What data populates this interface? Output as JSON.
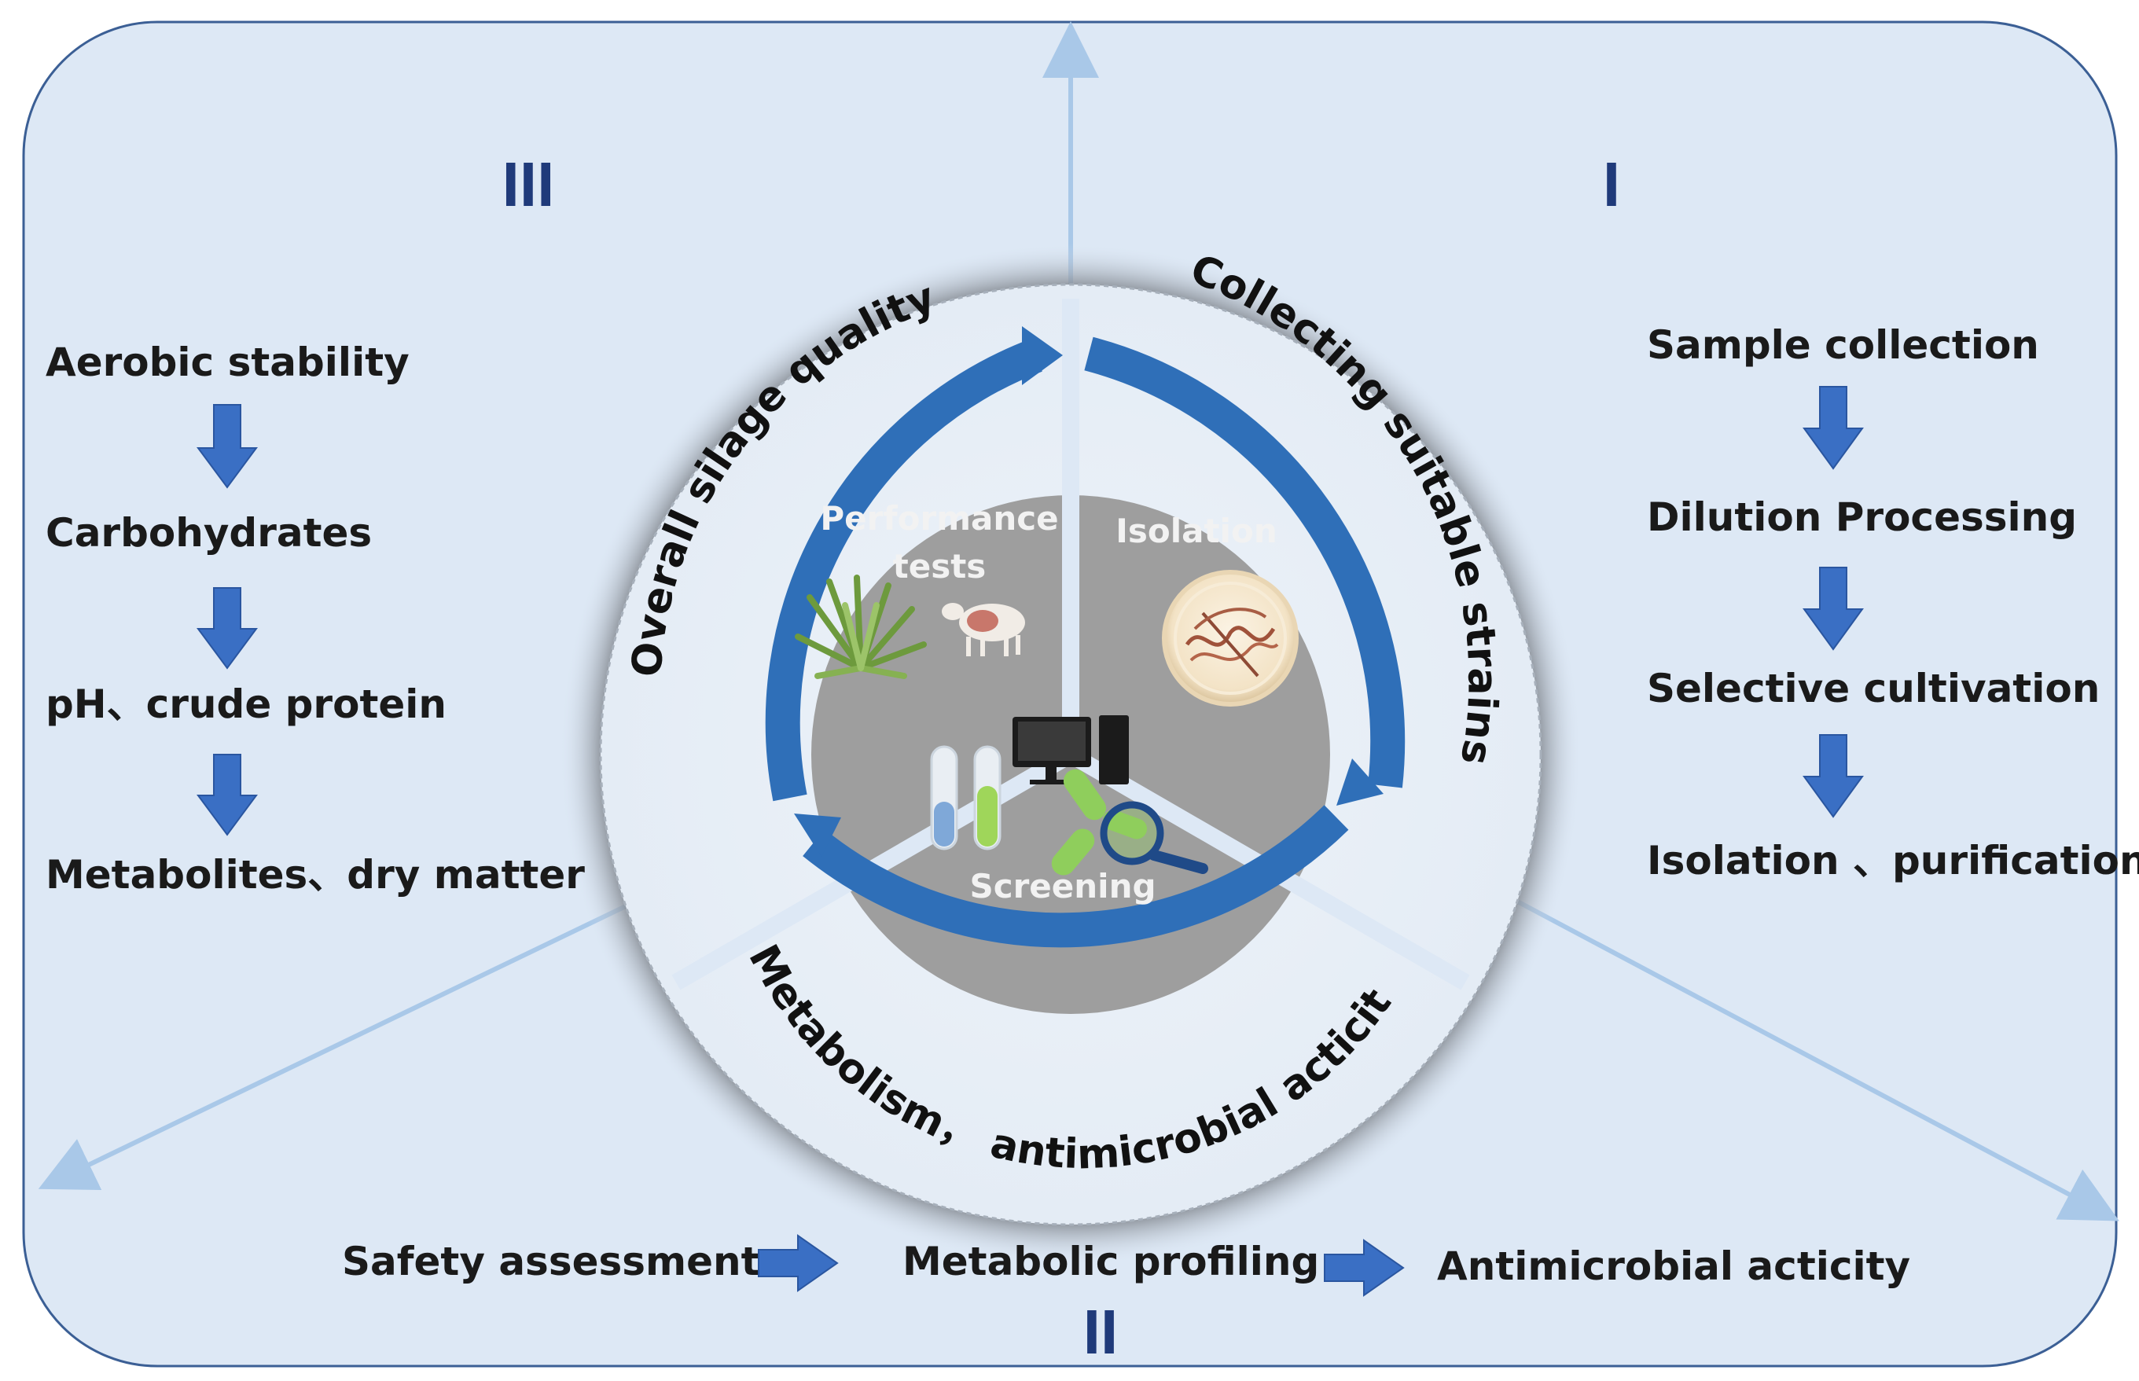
{
  "colors": {
    "panel": "#dde8f5",
    "panel_border": "#3b5f95",
    "ring_blue": "#2f6fb8",
    "flow_arrow": "#3a6fc4",
    "sector_gray": "#9e9e9e",
    "divider_line": "#a9c8e8",
    "roman": "#1f3a7a"
  },
  "phases": {
    "one": {
      "numeral": "I",
      "ring_label": "Collecting suitable strains",
      "steps": [
        "Sample collection",
        "Dilution Processing",
        "Selective cultivation",
        "Isolation 、purification"
      ]
    },
    "two": {
      "numeral": "II",
      "ring_label": "Metabolism， antimicrobial acticity",
      "steps": [
        "Safety assessment",
        "Metabolic profiling",
        "Antimicrobial acticity"
      ]
    },
    "three": {
      "numeral": "III",
      "ring_label": "Overall silage quality",
      "steps": [
        "Aerobic stability",
        "Carbohydrates",
        "pH、crude protein",
        "Metabolites、dry matter"
      ]
    }
  },
  "sectors": {
    "isolation": "Isolation",
    "screening": "Screening",
    "performance": [
      "Performance",
      "tests"
    ]
  },
  "icons": [
    "petri-dish-icon",
    "test-tubes-icon",
    "computer-icon",
    "bacteria-icon",
    "magnifier-icon",
    "agave-plant-icon",
    "cow-icon"
  ]
}
